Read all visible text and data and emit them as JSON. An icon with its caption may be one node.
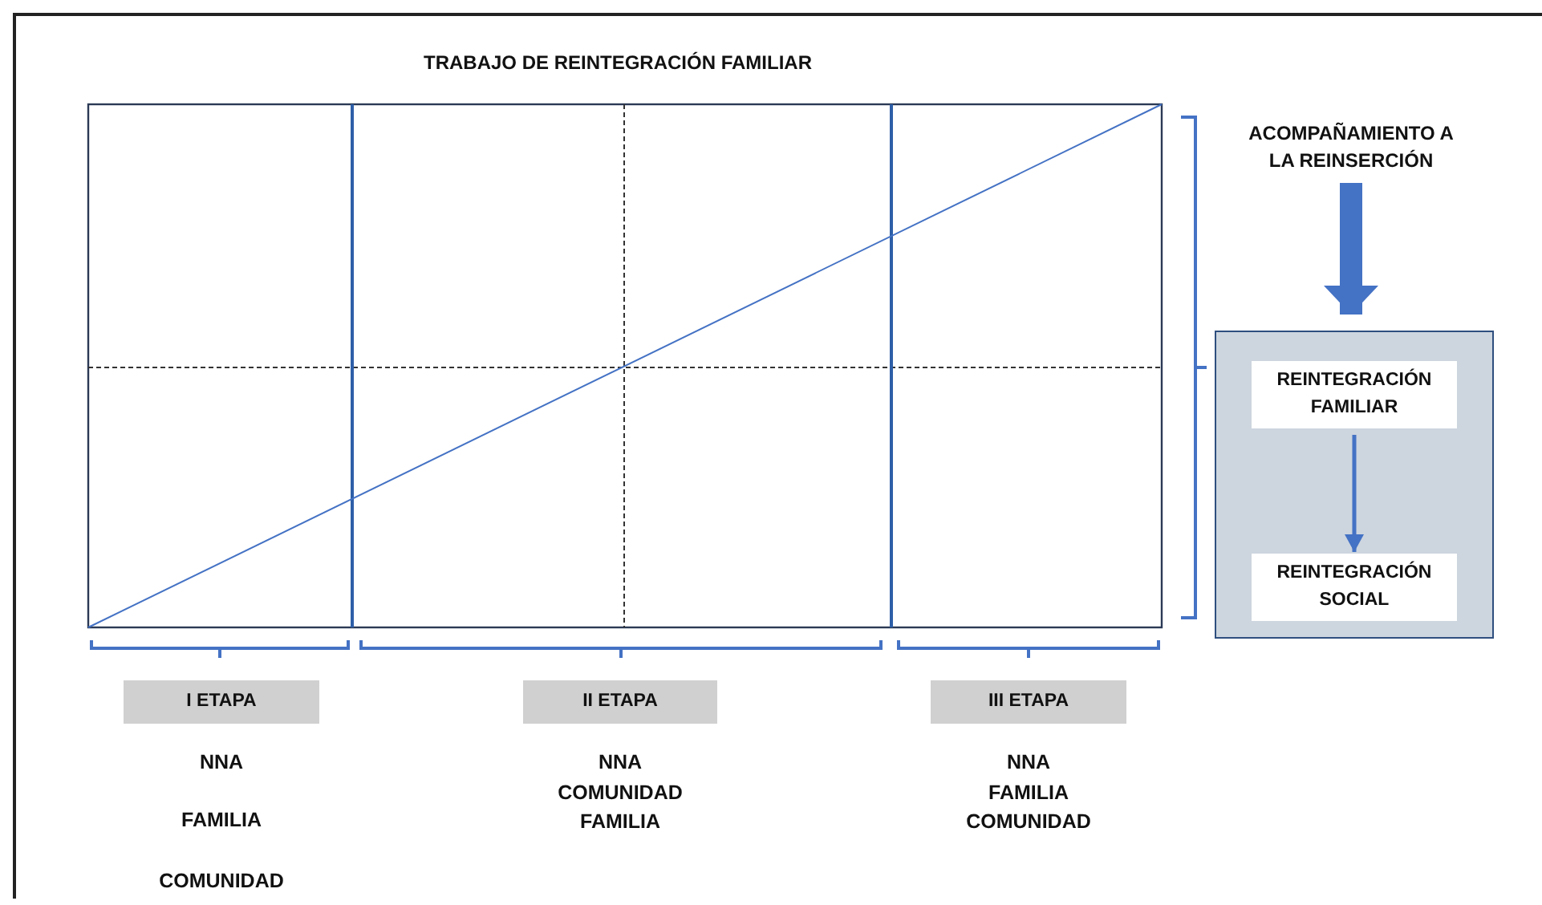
{
  "diagram": {
    "title": "TRABAJO DE REINTEGRACIÓN FAMILIAR",
    "nodes": [
      {
        "text": [
          "ACOMPAÑAMIENTO A LA REINSERCIÓN"
        ]
      },
      {
        "text": [],
        "shape": "box"
      },
      {
        "text": [
          "REINTEGRACIÓN FAMILIAR"
        ],
        "in": 1
      },
      {
        "text": [
          "REINTEGRACIÓN SOCIAL"
        ],
        "in": 1
      },
      {
        "text": [
          "I ETAPA"
        ],
        "beside": [
          "NNA",
          "FAMILIA",
          "COMUNIDAD"
        ]
      },
      {
        "text": [
          "II ETAPA"
        ],
        "beside": [
          "NNA",
          "COMUNIDAD",
          "FAMILIA"
        ]
      },
      {
        "text": [
          "III ETAPA"
        ],
        "beside": [
          "NNA",
          "FAMILIA",
          "COMUNIDAD"
        ]
      }
    ],
    "edges": [
      {
        "from": 0,
        "to": 1,
        "arrow": "to",
        "style": "thick"
      },
      {
        "from": 2,
        "to": 3,
        "arrow": "to"
      }
    ]
  }
}
